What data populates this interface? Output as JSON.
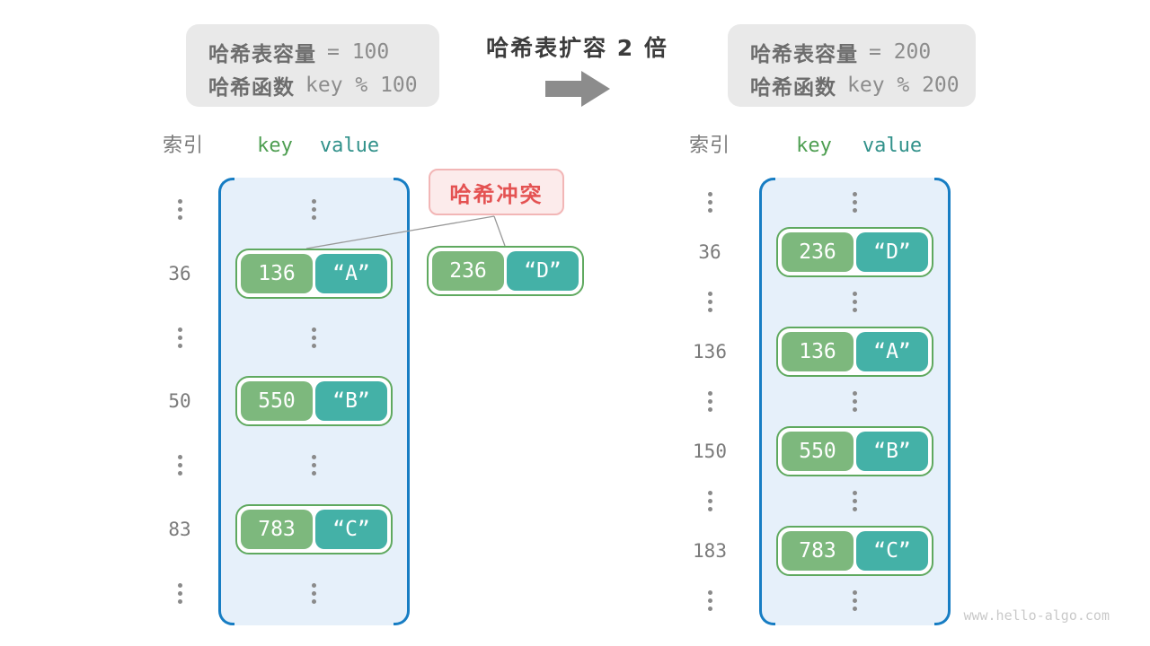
{
  "before_box": {
    "line1_label": "哈希表容量",
    "line1_value": "= 100",
    "line2_label": "哈希函数",
    "line2_value": "key % 100"
  },
  "after_box": {
    "line1_label": "哈希表容量",
    "line1_value": "= 200",
    "line2_label": "哈希函数",
    "line2_value": "key % 200"
  },
  "transition": {
    "title": "哈希表扩容 2 倍",
    "arrow_icon": "right-block-arrow"
  },
  "table_headers": {
    "index": "索引",
    "key": "key",
    "value": "value"
  },
  "collision": {
    "label": "哈希冲突",
    "pair": {
      "key": "236",
      "value": "“D”"
    }
  },
  "left_table": {
    "rows": [
      {
        "type": "dots"
      },
      {
        "type": "pair",
        "index": "36",
        "key": "136",
        "value": "“A”"
      },
      {
        "type": "dots"
      },
      {
        "type": "pair",
        "index": "50",
        "key": "550",
        "value": "“B”"
      },
      {
        "type": "dots"
      },
      {
        "type": "pair",
        "index": "83",
        "key": "783",
        "value": "“C”"
      },
      {
        "type": "dots"
      }
    ]
  },
  "right_table": {
    "rows": [
      {
        "type": "dots"
      },
      {
        "type": "pair",
        "index": "36",
        "key": "236",
        "value": "“D”"
      },
      {
        "type": "dots"
      },
      {
        "type": "pair",
        "index": "136",
        "key": "136",
        "value": "“A”"
      },
      {
        "type": "dots"
      },
      {
        "type": "pair",
        "index": "150",
        "key": "550",
        "value": "“B”"
      },
      {
        "type": "dots"
      },
      {
        "type": "pair",
        "index": "183",
        "key": "783",
        "value": "“C”"
      },
      {
        "type": "dots"
      }
    ]
  },
  "watermark": "www.hello-algo.com",
  "colors": {
    "table_fill": "#e6f0fa",
    "bracket_blue": "#177dc3",
    "key_green": "#7db87d",
    "value_teal": "#44b1a7",
    "pair_border": "#5fa95f",
    "header_key_green": "#4e9e51",
    "header_value_teal": "#31918a",
    "collision_text_red": "#e45252",
    "collision_bg": "#fcebeb",
    "collision_border": "#f2b6b6",
    "info_box_bg": "#e9e9e9",
    "gray_text": "#7a7a7a",
    "arrow_gray": "#8c8c8c"
  }
}
